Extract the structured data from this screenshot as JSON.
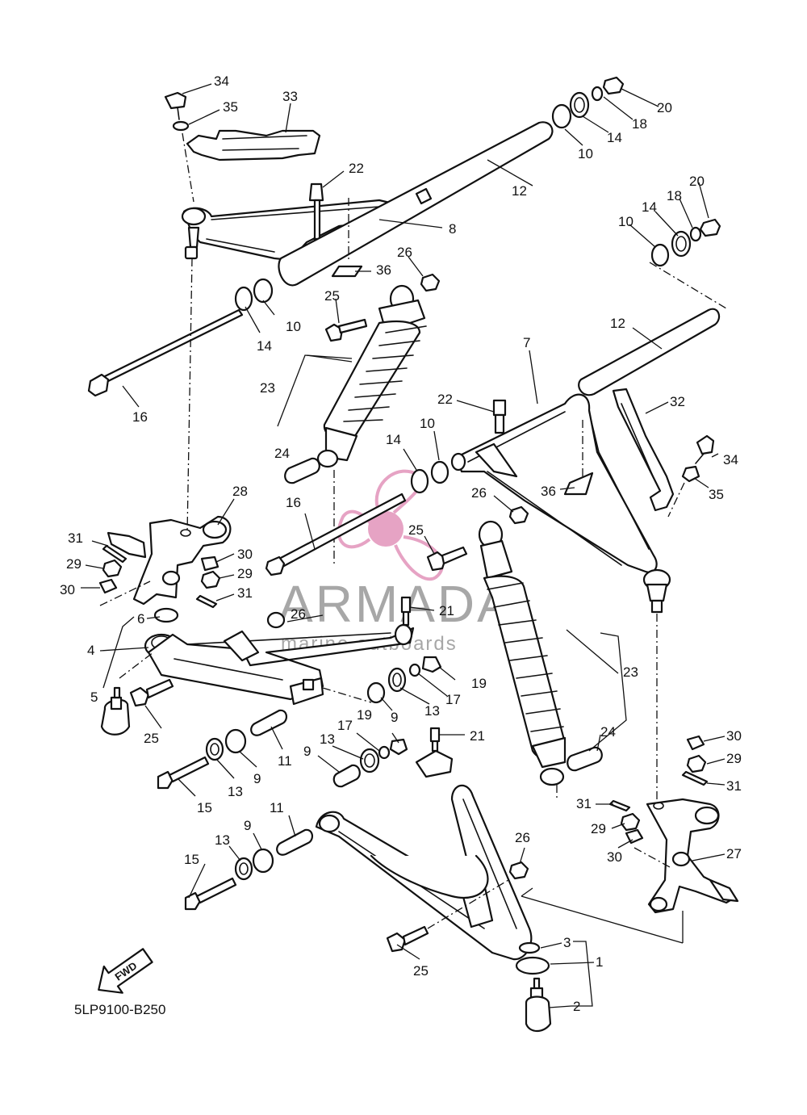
{
  "diagram_code": "5LP9100-B250",
  "fwd_label": "FWD",
  "watermark": {
    "title": "ARMADA",
    "subtitle": "marine outboards",
    "accent_color": "#e6a3c4",
    "text_color": "#8a8a8a"
  },
  "callouts": {
    "c1": "1",
    "c2": "2",
    "c3": "3",
    "c4": "4",
    "c5": "5",
    "c6": "6",
    "c7": "7",
    "c8": "8",
    "c9a": "9",
    "c9b": "9",
    "c9c": "9",
    "c9d": "9",
    "c10a": "10",
    "c10b": "10",
    "c10c": "10",
    "c10d": "10",
    "c11a": "11",
    "c11b": "11",
    "c12a": "12",
    "c12b": "12",
    "c13a": "13",
    "c13b": "13",
    "c13c": "13",
    "c13d": "13",
    "c14a": "14",
    "c14b": "14",
    "c14c": "14",
    "c14d": "14",
    "c15a": "15",
    "c15b": "15",
    "c16a": "16",
    "c16b": "16",
    "c17a": "17",
    "c17b": "17",
    "c18a": "18",
    "c18b": "18",
    "c19a": "19",
    "c19b": "19",
    "c20a": "20",
    "c20b": "20",
    "c21a": "21",
    "c21b": "21",
    "c22a": "22",
    "c22b": "22",
    "c23a": "23",
    "c23b": "23",
    "c24a": "24",
    "c24b": "24",
    "c25a": "25",
    "c25b": "25",
    "c25c": "25",
    "c25d": "25",
    "c26a": "26",
    "c26b": "26",
    "c26c": "26",
    "c26d": "26",
    "c27": "27",
    "c28": "28",
    "c29a": "29",
    "c29b": "29",
    "c29c": "29",
    "c29d": "29",
    "c30a": "30",
    "c30b": "30",
    "c30c": "30",
    "c30d": "30",
    "c31a": "31",
    "c31b": "31",
    "c31c": "31",
    "c31d": "31",
    "c32": "32",
    "c33": "33",
    "c34a": "34",
    "c34b": "34",
    "c35a": "35",
    "c35b": "35",
    "c36a": "36",
    "c36b": "36"
  }
}
